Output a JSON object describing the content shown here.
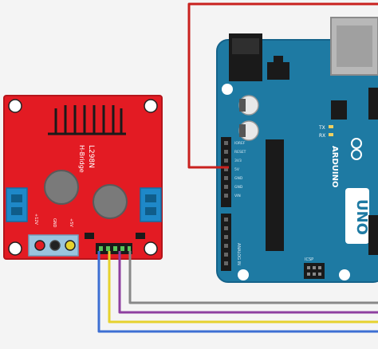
{
  "driver_board": {
    "chip_label": "L298N",
    "module_label": "H-Bridge",
    "power_pins": [
      "+12V",
      "GND",
      "+5V"
    ],
    "color": "#e31b23"
  },
  "arduino": {
    "logo_text": "ARDUINO",
    "model_text": "UNO",
    "reset_label": "RESET",
    "power_header_labels": [
      "IOREF",
      "RESET",
      "3V3",
      "5V",
      "GND",
      "GND",
      "VIN"
    ],
    "analog_label": "ANALOG IN",
    "tx_label": "TX",
    "rx_label": "RX",
    "icsp_label": "ICSP",
    "color": "#1e7aa3"
  },
  "wires": [
    {
      "color": "#c9211e"
    },
    {
      "color": "#888888"
    },
    {
      "color": "#8e3fa0"
    },
    {
      "color": "#e6d22d"
    },
    {
      "color": "#3d6fd3"
    }
  ]
}
